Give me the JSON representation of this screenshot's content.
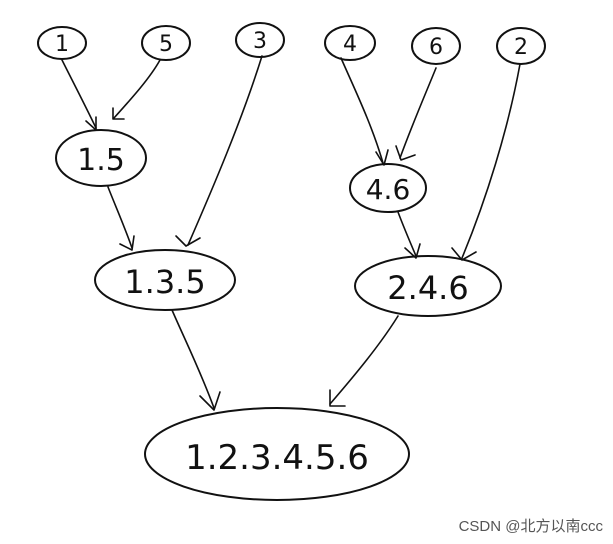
{
  "diagram": {
    "nodes": [
      {
        "id": "leaf-1",
        "label": "1"
      },
      {
        "id": "leaf-5",
        "label": "5"
      },
      {
        "id": "leaf-3",
        "label": "3"
      },
      {
        "id": "leaf-4",
        "label": "4"
      },
      {
        "id": "leaf-6",
        "label": "6"
      },
      {
        "id": "leaf-2",
        "label": "2"
      },
      {
        "id": "merge-15",
        "label": "1.5"
      },
      {
        "id": "merge-46",
        "label": "4.6"
      },
      {
        "id": "merge-135",
        "label": "1.3.5"
      },
      {
        "id": "merge-246",
        "label": "2.4.6"
      },
      {
        "id": "merge-root",
        "label": "1.2.3.4.5.6"
      }
    ],
    "edges": [
      {
        "from": "leaf-1",
        "to": "merge-15"
      },
      {
        "from": "leaf-5",
        "to": "merge-15"
      },
      {
        "from": "leaf-4",
        "to": "merge-46"
      },
      {
        "from": "leaf-6",
        "to": "merge-46"
      },
      {
        "from": "merge-15",
        "to": "merge-135"
      },
      {
        "from": "leaf-3",
        "to": "merge-135"
      },
      {
        "from": "merge-46",
        "to": "merge-246"
      },
      {
        "from": "leaf-2",
        "to": "merge-246"
      },
      {
        "from": "merge-135",
        "to": "merge-root"
      },
      {
        "from": "merge-246",
        "to": "merge-root"
      }
    ]
  },
  "watermark": "CSDN @北方以南ccc"
}
